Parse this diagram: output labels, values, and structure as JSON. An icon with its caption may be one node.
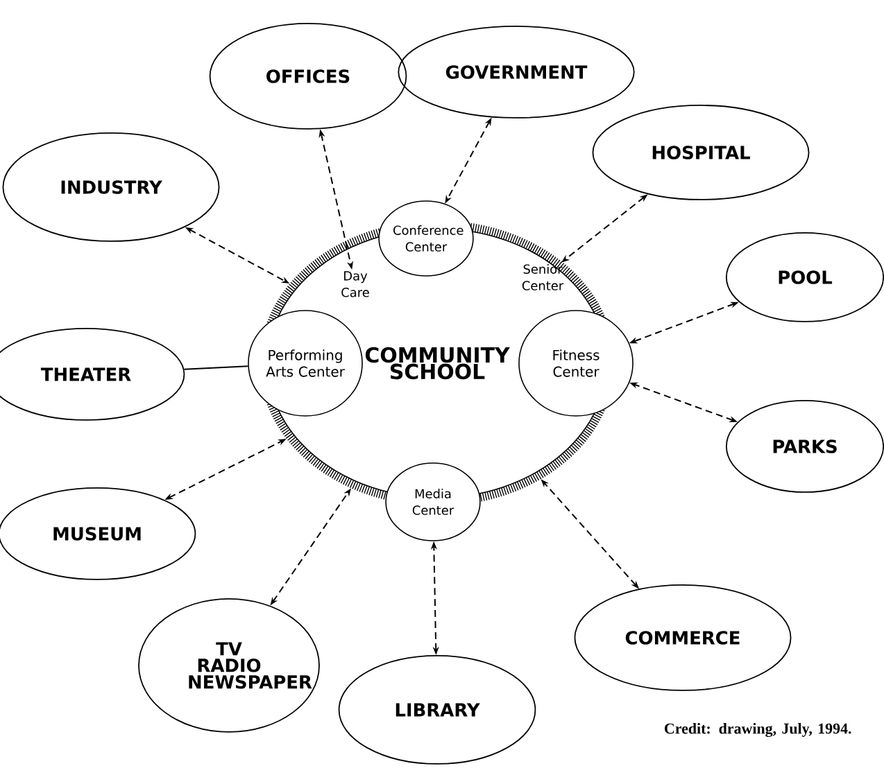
{
  "diagram": {
    "nodes": [
      {
        "text": [
          "COMMUNITY SCHOOL"
        ]
      },
      {
        "text": [
          "Conference Center"
        ]
      },
      {
        "text": [
          "Performing Arts Center"
        ],
        "in": 0
      },
      {
        "text": [
          "Fitness Center"
        ],
        "in": 0
      },
      {
        "text": [
          "Media Center"
        ]
      },
      {
        "text": [
          "Day Care"
        ],
        "in": 0
      },
      {
        "text": [
          "Senior Center"
        ],
        "in": 0
      },
      {
        "text": [
          "OFFICES"
        ]
      },
      {
        "text": [
          "GOVERNMENT"
        ]
      },
      {
        "text": [
          "INDUSTRY"
        ]
      },
      {
        "text": [
          "HOSPITAL"
        ]
      },
      {
        "text": [
          "POOL"
        ]
      },
      {
        "text": [
          "THEATER"
        ]
      },
      {
        "text": [
          "PARKS"
        ]
      },
      {
        "text": [
          "MUSEUM"
        ]
      },
      {
        "text": [
          "TV RADIO NEWSPAPER"
        ]
      },
      {
        "text": [
          "COMMERCE"
        ]
      },
      {
        "text": [
          "LIBRARY"
        ]
      }
    ],
    "edges": [
      {
        "from": 7,
        "to": 5,
        "arrow": "both",
        "style": "dashed"
      },
      {
        "from": 8,
        "to": 1,
        "arrow": "both",
        "style": "dashed"
      },
      {
        "from": 9,
        "to": 0,
        "arrow": "both",
        "style": "dashed"
      },
      {
        "from": 10,
        "to": 6,
        "arrow": "both",
        "style": "dashed"
      },
      {
        "from": 11,
        "to": 3,
        "arrow": "both",
        "style": "dashed"
      },
      {
        "from": 12,
        "to": 2,
        "arrow": "none"
      },
      {
        "from": 13,
        "to": 3,
        "arrow": "both",
        "style": "dashed"
      },
      {
        "from": 14,
        "to": 0,
        "arrow": "both",
        "style": "dashed"
      },
      {
        "from": 15,
        "to": 0,
        "arrow": "both",
        "style": "dashed"
      },
      {
        "from": 17,
        "to": 4,
        "arrow": "both",
        "style": "dashed"
      },
      {
        "from": 16,
        "to": 0,
        "arrow": "both",
        "style": "dashed"
      }
    ],
    "labels": [
      "Credit: drawing, July, 1994."
    ]
  }
}
